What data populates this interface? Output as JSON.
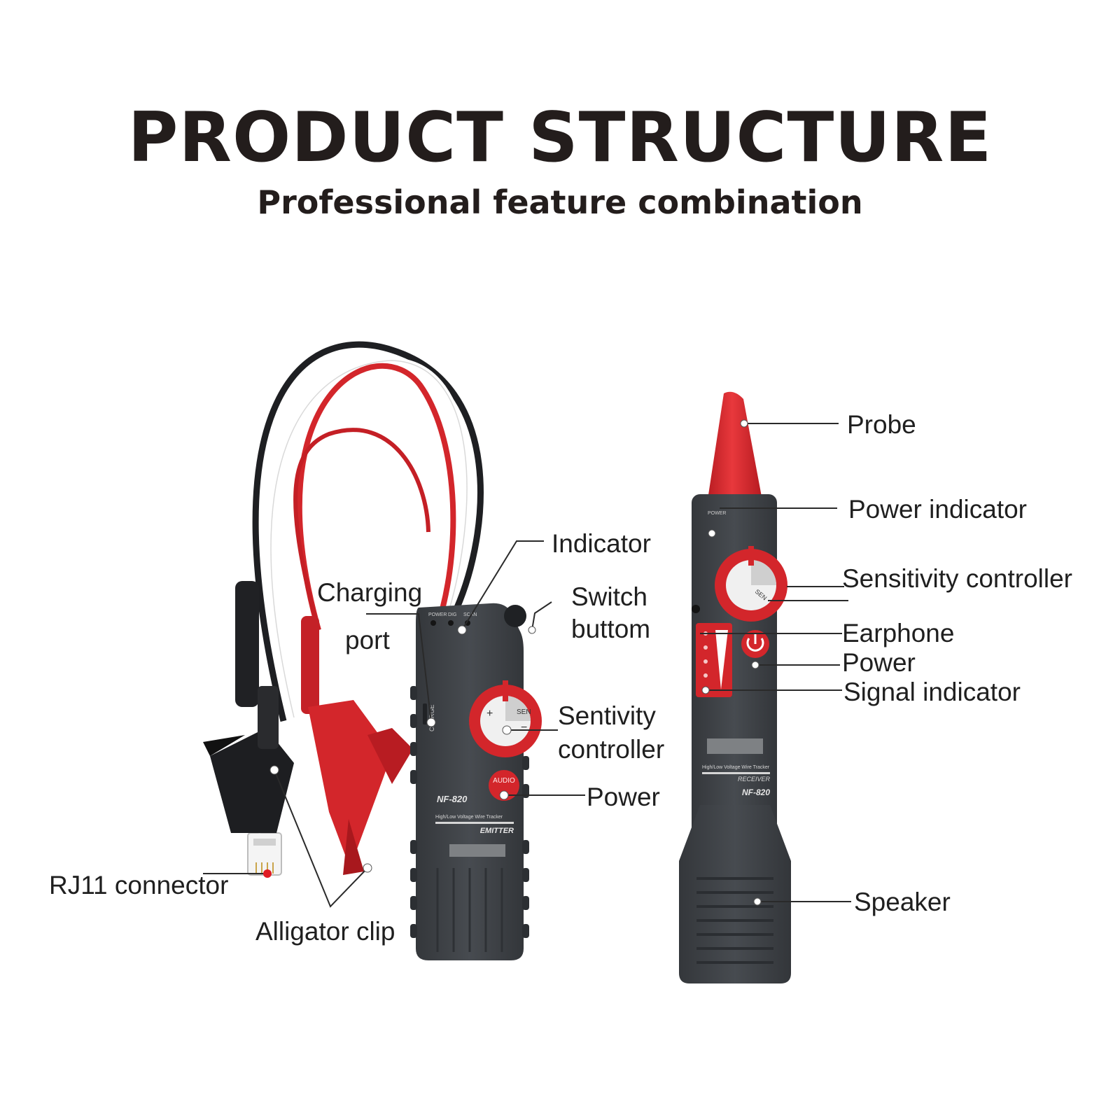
{
  "header": {
    "title": "PRODUCT STRUCTURE",
    "subtitle": "Professional feature combination"
  },
  "emitter": {
    "model": "NF-820",
    "name": "EMITTER",
    "product_line": "High/Low Voltage Wire Tracker",
    "knob_text": "SEN",
    "power_text": "AUDIO",
    "port_text": "CHARGE",
    "indicator_texts": [
      "POWER",
      "DIG",
      "SCAN"
    ],
    "labels": {
      "indicator": "Indicator",
      "charging_1": "Charging",
      "charging_2": "port",
      "switch_1": "Switch",
      "switch_2": "buttom",
      "sensitivity_1": "Sentivity",
      "sensitivity_2": "controller",
      "power": "Power",
      "rj11": "RJ11 connector",
      "alligator": "Alligator clip"
    }
  },
  "receiver": {
    "model": "NF-820",
    "name": "RECEIVER",
    "product_line": "High/Low Voltage Wire Tracker",
    "knob_text": "SEN",
    "power_indicator_text": "POWER",
    "labels": {
      "probe": "Probe",
      "power_indicator": "Power indicator",
      "sensitivity": "Sensitivity controller",
      "earphone": "Earphone",
      "power": "Power",
      "signal": "Signal indicator",
      "speaker": "Speaker"
    }
  },
  "colors": {
    "device_body": "#3e4246",
    "accent_red": "#d3262b",
    "cable_black": "#1e1f22",
    "leader_line": "#2a2a2a"
  }
}
